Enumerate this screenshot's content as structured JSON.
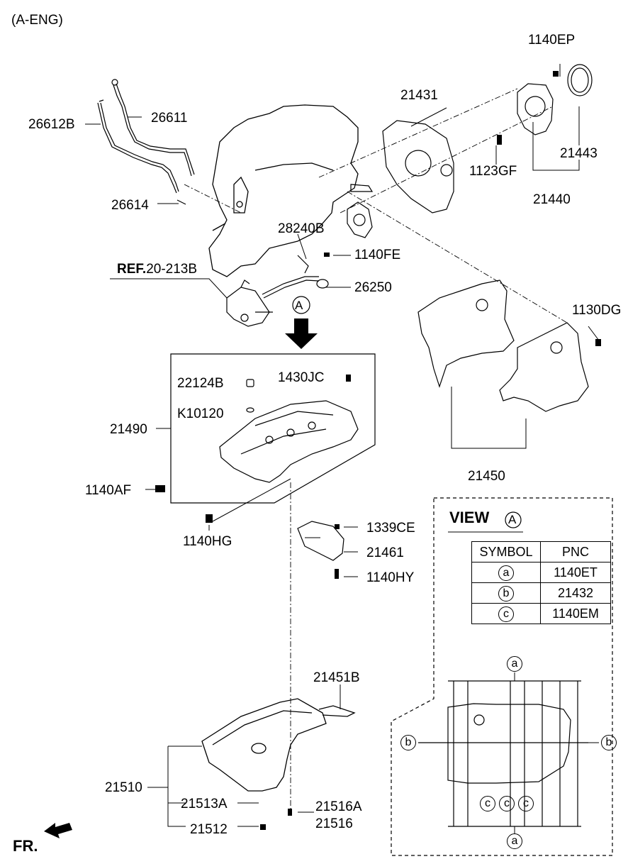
{
  "header": {
    "variant": "(A-ENG)"
  },
  "ref": {
    "prefix": "REF.",
    "code": "20-213B"
  },
  "view": {
    "marker": "A",
    "title": "VIEW",
    "title_marker": "A",
    "columns": [
      "SYMBOL",
      "PNC"
    ],
    "rows": [
      {
        "symbol": "a",
        "pnc": "1140ET"
      },
      {
        "symbol": "b",
        "pnc": "21432"
      },
      {
        "symbol": "c",
        "pnc": "1140EM"
      }
    ]
  },
  "callouts": {
    "a_top": "a",
    "a_bottom": "a",
    "b_left": "b",
    "b_right": "b",
    "c1": "c",
    "c2": "c",
    "c3": "c"
  },
  "parts": {
    "p1140EP": "1140EP",
    "p21431": "21431",
    "p26611": "26611",
    "p26612B": "26612B",
    "p21443": "21443",
    "p1123GF": "1123GF",
    "p21440": "21440",
    "p26614": "26614",
    "p28240B": "28240B",
    "p1140FE": "1140FE",
    "p26250": "26250",
    "p1130DG": "1130DG",
    "p22124B": "22124B",
    "p1430JC": "1430JC",
    "pK10120": "K10120",
    "p21490": "21490",
    "p21450": "21450",
    "p1140AF": "1140AF",
    "p1140HG": "1140HG",
    "p1339CE": "1339CE",
    "p21461": "21461",
    "p1140HY": "1140HY",
    "p21451B": "21451B",
    "p21510": "21510",
    "p21513A": "21513A",
    "p21516A": "21516A",
    "p21516": "21516",
    "p21512": "21512"
  },
  "direction": "FR."
}
